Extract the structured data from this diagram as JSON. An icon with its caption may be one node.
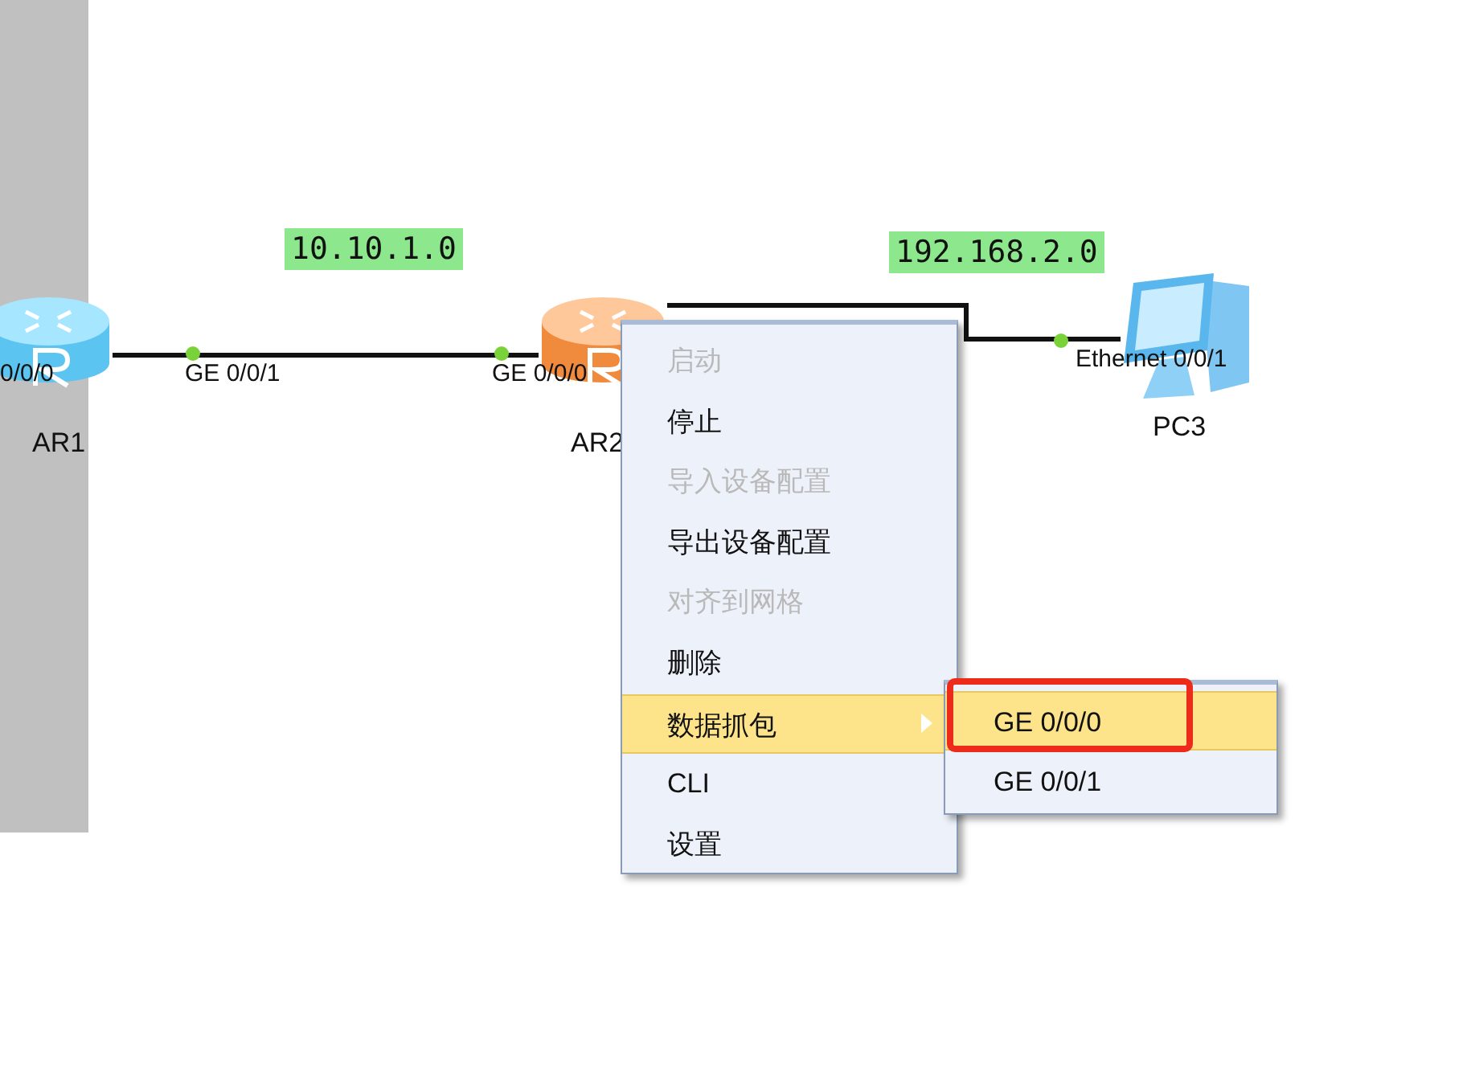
{
  "diagram": {
    "nodes": [
      {
        "text": [
          "AR1"
        ]
      },
      {
        "text": [
          "AR2"
        ]
      },
      {
        "text": [
          "PC3"
        ]
      },
      {
        "text": [
          "启动",
          "停止",
          "导入设备配置",
          "导出设备配置",
          "对齐到网格",
          "删除",
          "数据抓包",
          "CLI",
          "设置"
        ]
      },
      {
        "text": [
          "GE 0/0/0",
          "GE 0/0/1"
        ]
      }
    ],
    "edges": [
      {
        "from": 0,
        "to": 1,
        "arrow": "none"
      },
      {
        "from": 1,
        "to": 2,
        "arrow": "none"
      }
    ],
    "labels": [
      "10.10.1.0",
      "192.168.2.0",
      "0/0/0",
      "GE 0/0/1",
      "GE 0/0/0",
      "Ethernet 0/0/1"
    ]
  }
}
